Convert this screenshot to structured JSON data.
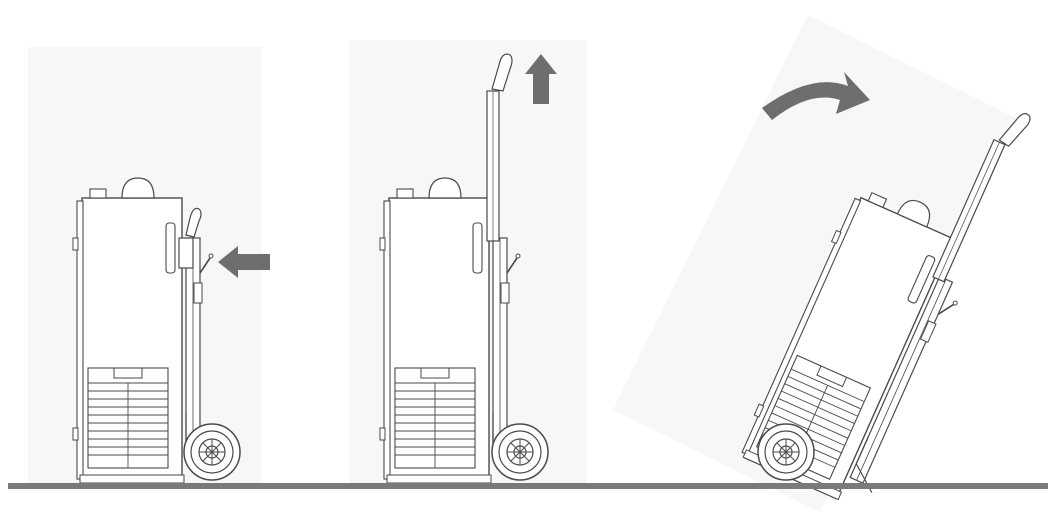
{
  "diagram": {
    "steps": [
      {
        "id": "step-1",
        "action": "push-handle-in",
        "arrow_direction": "left",
        "handle": "retracted"
      },
      {
        "id": "step-2",
        "action": "pull-handle-up",
        "arrow_direction": "up",
        "handle": "extended"
      },
      {
        "id": "step-3",
        "action": "tilt-back",
        "arrow_direction": "clockwise-curve",
        "handle": "extended",
        "tilted": true
      }
    ],
    "colors": {
      "background_panel": "#f7f7f7",
      "outline": "#4a4a4a",
      "arrow": "#6e6e6e",
      "floor": "#7a7a7a",
      "fill": "#ffffff"
    },
    "icons": [
      "arrow-left-icon",
      "arrow-up-icon",
      "curved-arrow-icon",
      "wheel-icon"
    ]
  }
}
